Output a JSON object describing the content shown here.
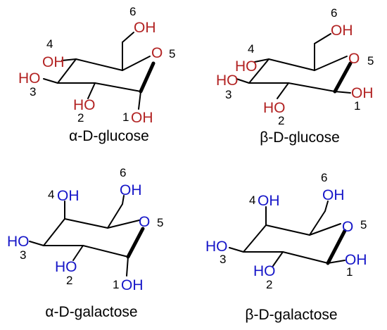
{
  "colors": {
    "glucose_oh": "#b22222",
    "galactose_oh": "#1515c8",
    "ring_oxygen_glucose": "#b22222",
    "ring_oxygen_galactose": "#1515c8",
    "bond": "#000000"
  },
  "molecules": [
    {
      "name": "α-D-glucose",
      "atoms": {
        "oh6": "OH",
        "o5": "O",
        "oh4": "OH",
        "oh3": "HO",
        "oh2": "HO",
        "oh1": "OH"
      },
      "numbers": {
        "n6": "6",
        "n5": "5",
        "n4": "4",
        "n3": "3",
        "n2": "2",
        "n1": "1"
      }
    },
    {
      "name": "β-D-glucose",
      "atoms": {
        "oh6": "OH",
        "o5": "O",
        "oh4": "HO",
        "oh3": "HO",
        "oh2": "HO",
        "oh1": "OH"
      },
      "numbers": {
        "n6": "6",
        "n5": "5",
        "n4": "4",
        "n3": "3",
        "n2": "2",
        "n1": "1"
      }
    },
    {
      "name": "α-D-galactose",
      "atoms": {
        "oh6": "OH",
        "o5": "O",
        "oh4": "OH",
        "oh3": "HO",
        "oh2": "HO",
        "oh1": "OH"
      },
      "numbers": {
        "n6": "6",
        "n5": "5",
        "n4": "4",
        "n3": "3",
        "n2": "2",
        "n1": "1"
      }
    },
    {
      "name": "β-D-galactose",
      "atoms": {
        "oh6": "OH",
        "o5": "O",
        "oh4": "OH",
        "oh3": "HO",
        "oh2": "HO",
        "oh1": "OH"
      },
      "numbers": {
        "n6": "6",
        "n5": "5",
        "n4": "4",
        "n3": "3",
        "n2": "2",
        "n1": "1"
      }
    }
  ]
}
